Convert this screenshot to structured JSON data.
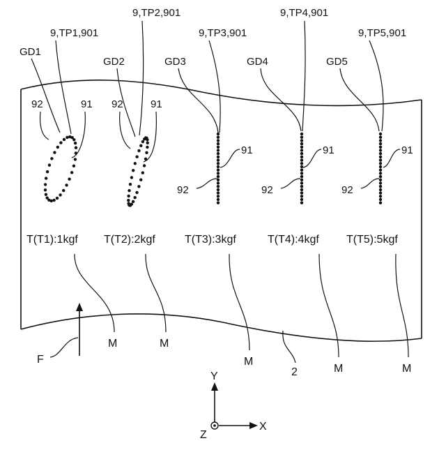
{
  "groups": [
    {
      "gd": "GD1",
      "tp": "9,TP1,901",
      "n91": "91",
      "n92": "92",
      "tension": "T(T1):1kgf",
      "m": "M"
    },
    {
      "gd": "GD2",
      "tp": "9,TP2,901",
      "n91": "91",
      "n92": "92",
      "tension": "T(T2):2kgf",
      "m": "M"
    },
    {
      "gd": "GD3",
      "tp": "9,TP3,901",
      "n91": "91",
      "n92": "92",
      "tension": "T(T3):3kgf",
      "m": "M"
    },
    {
      "gd": "GD4",
      "tp": "9,TP4,901",
      "n91": "91",
      "n92": "92",
      "tension": "T(T4):4kgf",
      "m": "M"
    },
    {
      "gd": "GD5",
      "tp": "9,TP5,901",
      "n91": "91",
      "n92": "92",
      "tension": "T(T5):5kgf",
      "m": "M"
    }
  ],
  "sheet_label": "2",
  "force_label": "F",
  "axes": {
    "y": "Y",
    "x": "X",
    "z": "Z"
  }
}
